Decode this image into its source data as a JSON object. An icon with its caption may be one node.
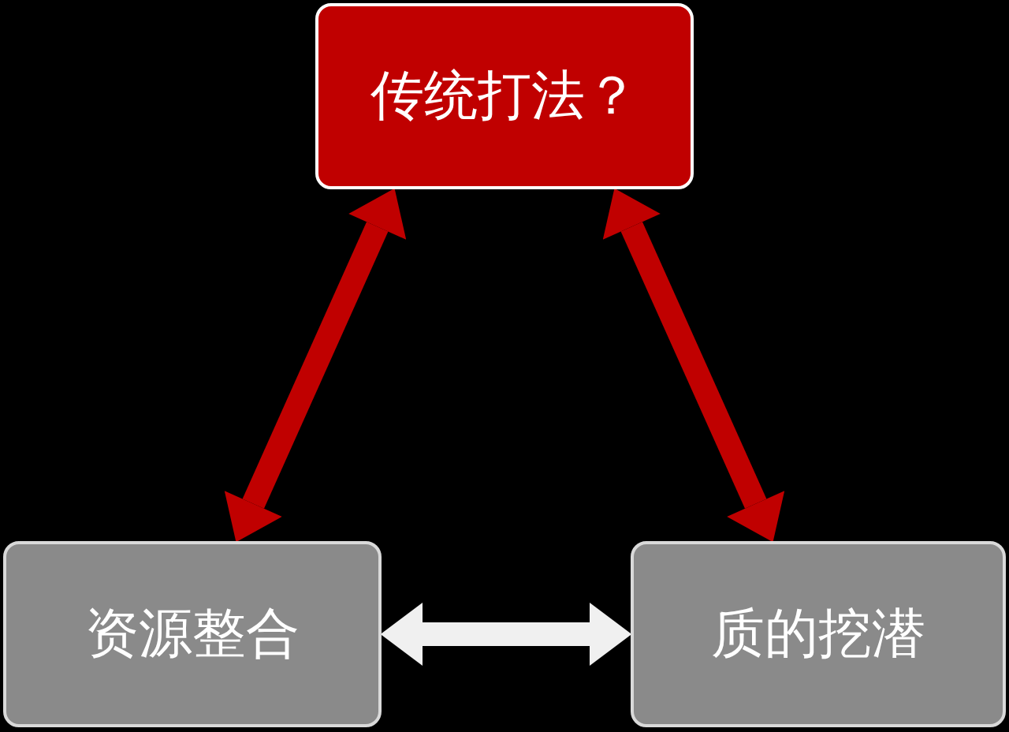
{
  "diagram": {
    "nodes": [
      {
        "text": [
          "传统打法？"
        ]
      },
      {
        "text": [
          "资源整合"
        ]
      },
      {
        "text": [
          "质的挖潜"
        ]
      }
    ],
    "edges": [
      {
        "from": 0,
        "to": 1,
        "arrow": "both"
      },
      {
        "from": 0,
        "to": 2,
        "arrow": "both"
      },
      {
        "from": 1,
        "to": 2,
        "arrow": "both",
        "color": "#f0f0f0"
      }
    ]
  }
}
